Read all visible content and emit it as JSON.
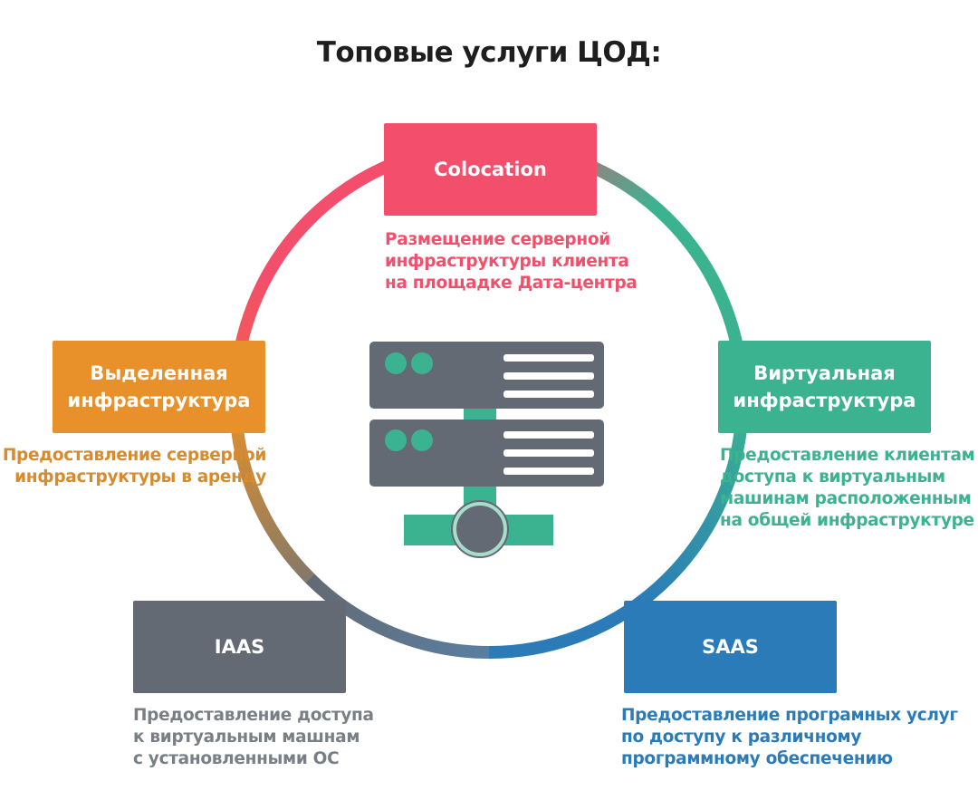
{
  "title": "Топовые услуги ЦОД:",
  "colors": {
    "colocation": "#f34e6b",
    "virtual": "#3bb391",
    "saas": "#2b7bb8",
    "iaas": "#636a73",
    "dedicated": "#e8902a"
  },
  "center_icon": "server-rack-icon",
  "services": {
    "colocation": {
      "label": "Colocation",
      "description": "Размещение серверной\nинфраструктуры клиента\nна площадке Дата-центра"
    },
    "virtual": {
      "label": "Виртуальная\nинфраструктура",
      "description": "Предоставление клиентам\nдоступа к виртуальным\nмашинам расположенным\nна общей инфраструктуре"
    },
    "saas": {
      "label": "SAAS",
      "description": "Предоставление програмных услуг\nпо доступу к различному\nпрограммному обеспечению"
    },
    "iaas": {
      "label": "IAAS",
      "description": "Предоставление доступа\nк виртуальным машнам\nс установленными ОС"
    },
    "dedicated": {
      "label": "Выделенная\nинфраструктура",
      "description": "Предоставление серверной\nинфраструктуры в аренду"
    }
  }
}
